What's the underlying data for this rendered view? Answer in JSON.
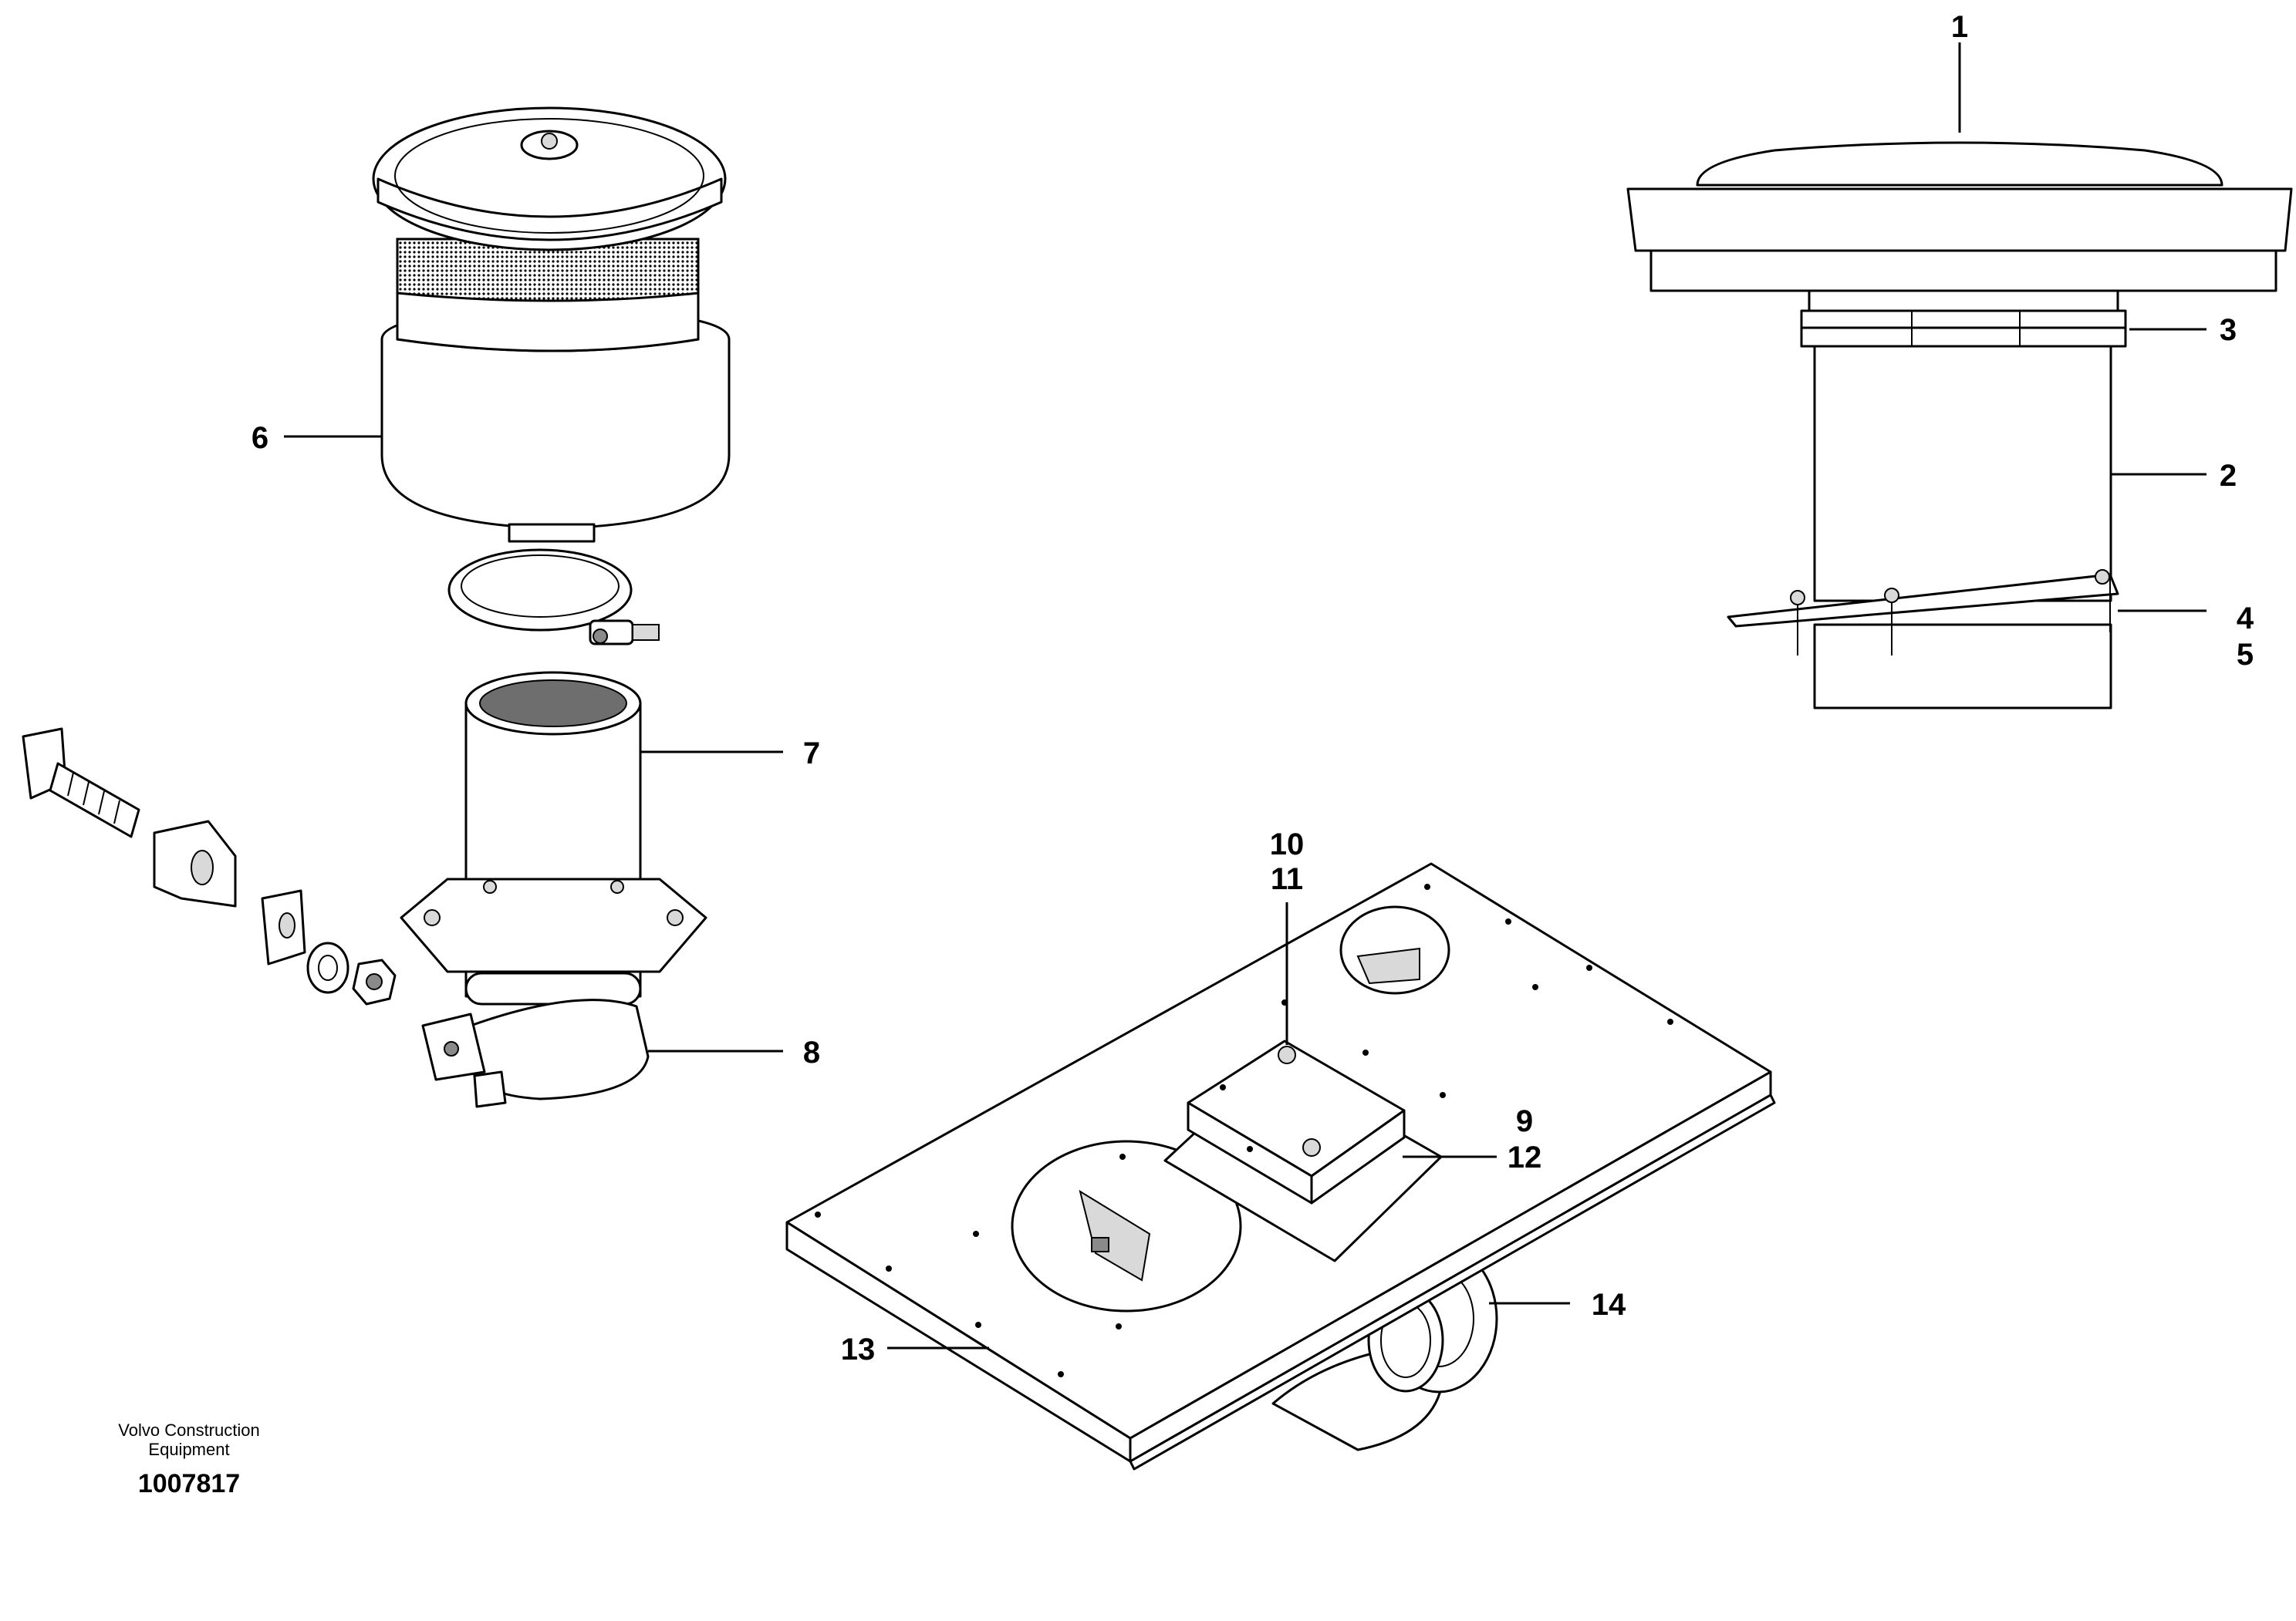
{
  "callouts": {
    "c1": "1",
    "c2": "2",
    "c3": "3",
    "c4": "4",
    "c5": "5",
    "c6": "6",
    "c7": "7",
    "c8": "8",
    "c9": "9",
    "c10": "10",
    "c11": "11",
    "c12": "12",
    "c13": "13",
    "c14": "14"
  },
  "footer": {
    "brand_line1": "Volvo Construction",
    "brand_line2": "Equipment",
    "document_number": "1007817"
  }
}
